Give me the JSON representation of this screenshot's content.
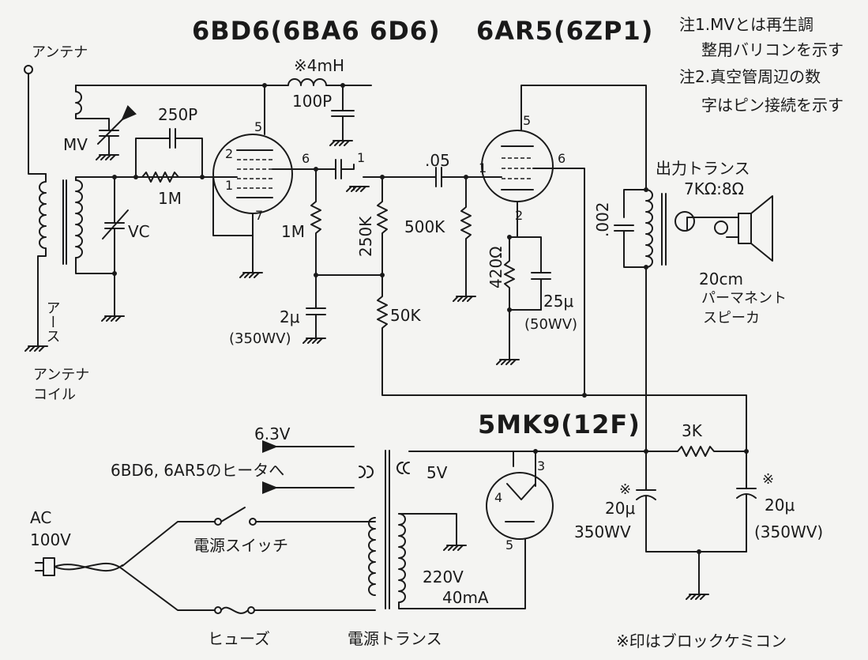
{
  "tubes": {
    "rf": "6BD6(6BA6 6D6)",
    "out": "6AR5(6ZP1)",
    "rect": "5MK9(12F)"
  },
  "notes": {
    "n1a": "注1.MVとは再生調",
    "n1b": "整用バリコンを示す",
    "n2a": "注2.真空管周辺の数",
    "n2b": "字はピン接続を示す",
    "block": "※印はブロックケミコン"
  },
  "labels": {
    "antenna": "アンテナ",
    "earth": "アース",
    "antenna_coil_1": "アンテナ",
    "antenna_coil_2": "コイル",
    "mv": "MV",
    "vc": "VC",
    "c250p": "250P",
    "r1m_grid": "1M",
    "choke": "※4mH",
    "c100p": "100P",
    "r1m_plate": "1M",
    "r250k": "250K",
    "c05": ".05",
    "r500k": "500K",
    "r420": "420Ω",
    "c25u": "25μ",
    "c25u_wv": "(50WV)",
    "c2u": "2μ",
    "c2u_wv": "(350WV)",
    "r50k": "50K",
    "c002": ".002",
    "out_trans": "出力トランス",
    "imp": "7KΩ:8Ω",
    "spk1": "20cm",
    "spk2": "パーマネント",
    "spk3": "スピーカ",
    "r3k": "3K",
    "c20u_a": "20μ",
    "c20u_a_wv": "350WV",
    "c20u_b": "20μ",
    "c20u_b_wv": "(350WV)",
    "ast_a": "※",
    "ast_b": "※",
    "h63": "6.3V",
    "heater": "6BD6, 6AR5のヒータへ",
    "v5": "5V",
    "ac1": "AC",
    "ac2": "100V",
    "power_switch": "電源スイッチ",
    "fuse": "ヒューズ",
    "power_trans": "電源トランス",
    "hv": "220V",
    "ma": "40mA"
  },
  "pins": {
    "p2a": "2",
    "p1a": "1",
    "p5a": "5",
    "p6a": "6",
    "p7a": "7",
    "p1b": "1",
    "p5b": "5",
    "p1c": "1",
    "p6b": "6",
    "p2b": "2",
    "p3c": "3",
    "p4c": "4",
    "p5c": "5"
  }
}
